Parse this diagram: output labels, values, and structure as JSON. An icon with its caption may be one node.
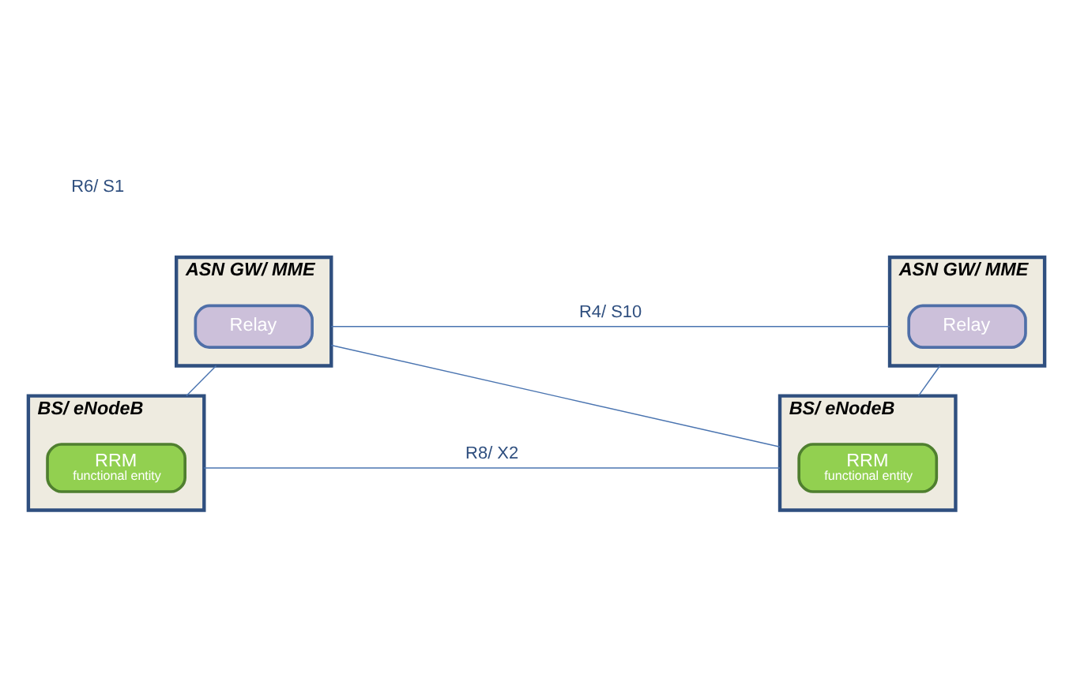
{
  "diagram": {
    "nodes": [
      {
        "text": [
          "ASN GW/ MME"
        ]
      },
      {
        "text": [
          "Relay"
        ],
        "in": 0
      },
      {
        "text": [
          "ASN GW/ MME"
        ]
      },
      {
        "text": [
          "Relay"
        ],
        "in": 2
      },
      {
        "text": [
          "BS/ eNodeB"
        ]
      },
      {
        "text": [
          "RRM",
          "functional entity"
        ],
        "in": 4
      },
      {
        "text": [
          "BS/ eNodeB"
        ]
      },
      {
        "text": [
          "RRM",
          "functional entity"
        ],
        "in": 6
      }
    ],
    "edges": [
      {
        "from": 0,
        "to": 2,
        "arrow": "none",
        "label": "R4/ S10"
      },
      {
        "from": 0,
        "to": 4,
        "arrow": "none"
      },
      {
        "from": 0,
        "to": 6,
        "arrow": "none"
      },
      {
        "from": 2,
        "to": 6,
        "arrow": "none"
      },
      {
        "from": 4,
        "to": 6,
        "arrow": "none",
        "label": "R8/ X2"
      }
    ],
    "labels": [
      "R6/ S1"
    ]
  }
}
